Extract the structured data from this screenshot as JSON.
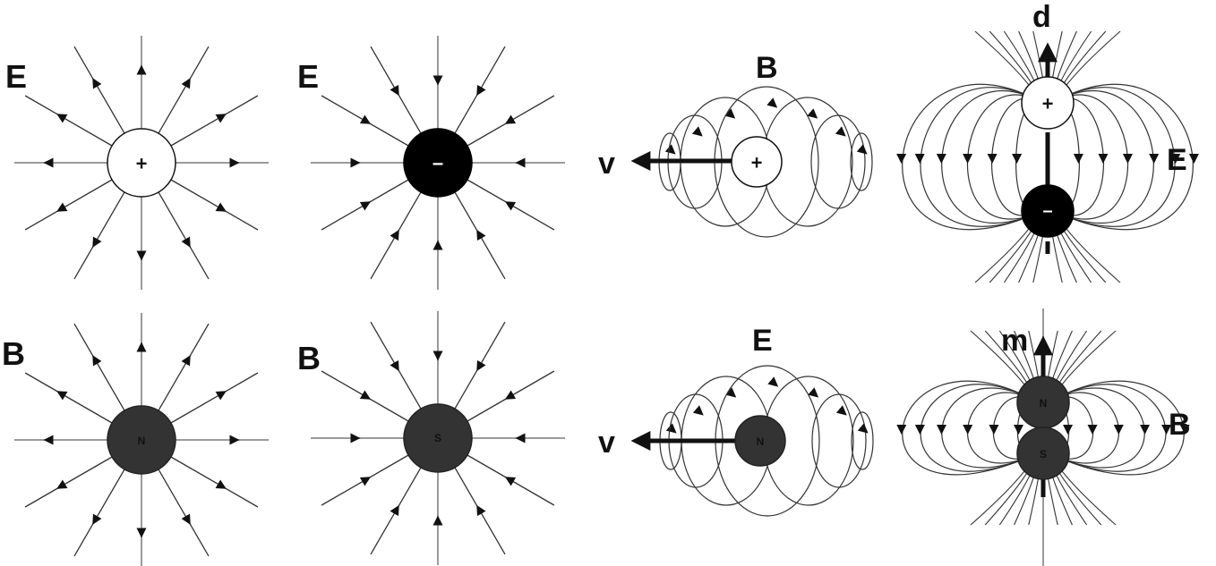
{
  "colors": {
    "ink": "#111111",
    "line": "#333333",
    "axis": "#9a9a9a",
    "positive_fill": "#ffffff",
    "negative_fill": "#000000",
    "pole_fill": "#333333"
  },
  "panels": {
    "point_positive": {
      "field_label": "E",
      "charge_symbol": "+",
      "field_direction": "outward"
    },
    "point_negative": {
      "field_label": "E",
      "charge_symbol": "–",
      "field_direction": "inward"
    },
    "monopole_north": {
      "field_label": "B",
      "charge_symbol": "N",
      "field_direction": "outward"
    },
    "monopole_south": {
      "field_label": "B",
      "charge_symbol": "S",
      "field_direction": "inward"
    },
    "moving_charge": {
      "field_label": "B",
      "velocity_label": "v",
      "charge_symbol": "+"
    },
    "moving_monopole": {
      "field_label": "E",
      "velocity_label": "v",
      "charge_symbol": "N"
    },
    "electric_dipole": {
      "field_label": "E",
      "moment_label": "d",
      "top_symbol": "+",
      "bottom_symbol": "–"
    },
    "magnetic_dipole": {
      "field_label": "B",
      "moment_label": "m",
      "top_symbol": "N",
      "bottom_symbol": "S"
    }
  }
}
